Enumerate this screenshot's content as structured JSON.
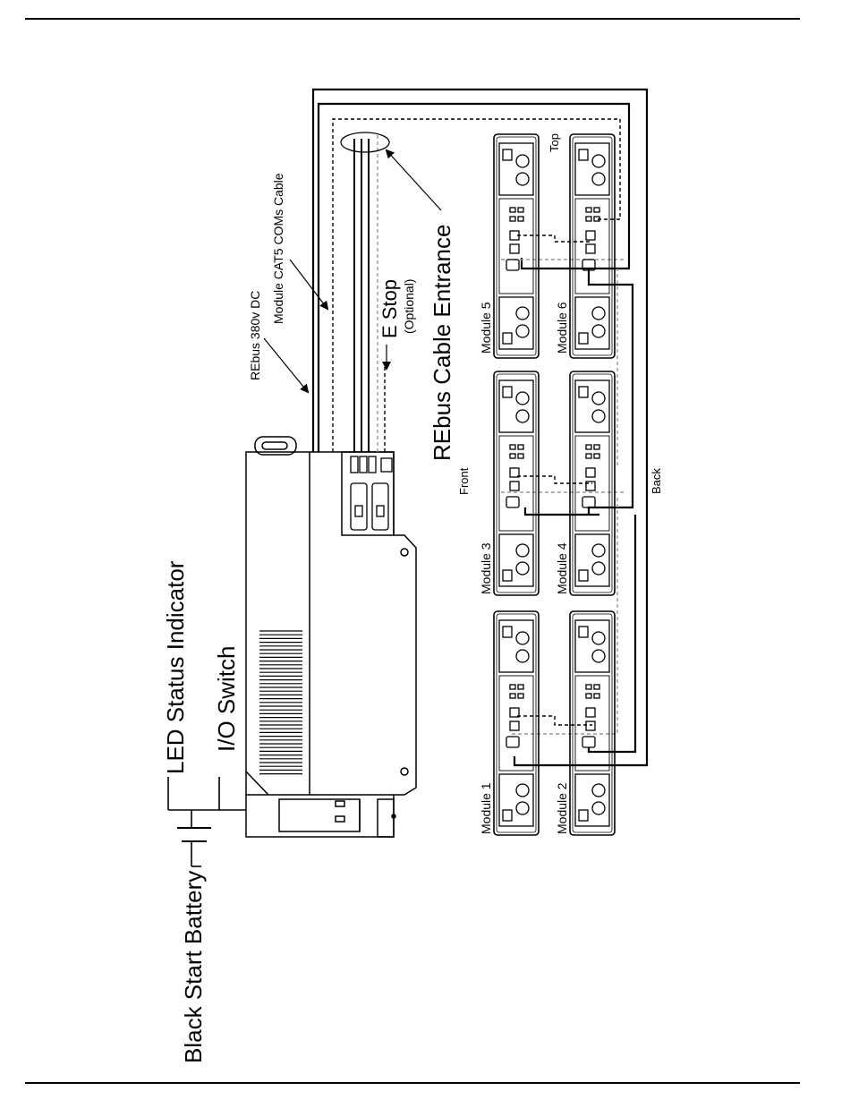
{
  "labels": {
    "led_status": "LED Status Indicator",
    "io_switch": "I/O Switch",
    "black_start": "Black Start Battery",
    "rebus_dc": "REbus 380v DC",
    "cat5": "Module CAT5 COMs Cable",
    "estop": "E Stop",
    "estop_optional": "(Optional)",
    "cable_entrance": "REbus Cable Entrance",
    "front": "Front",
    "back": "Back",
    "top": "Top"
  },
  "modules": [
    {
      "label": "Module 1"
    },
    {
      "label": "Module 2"
    },
    {
      "label": "Module 3"
    },
    {
      "label": "Module 4"
    },
    {
      "label": "Module 5"
    },
    {
      "label": "Module 6"
    }
  ]
}
